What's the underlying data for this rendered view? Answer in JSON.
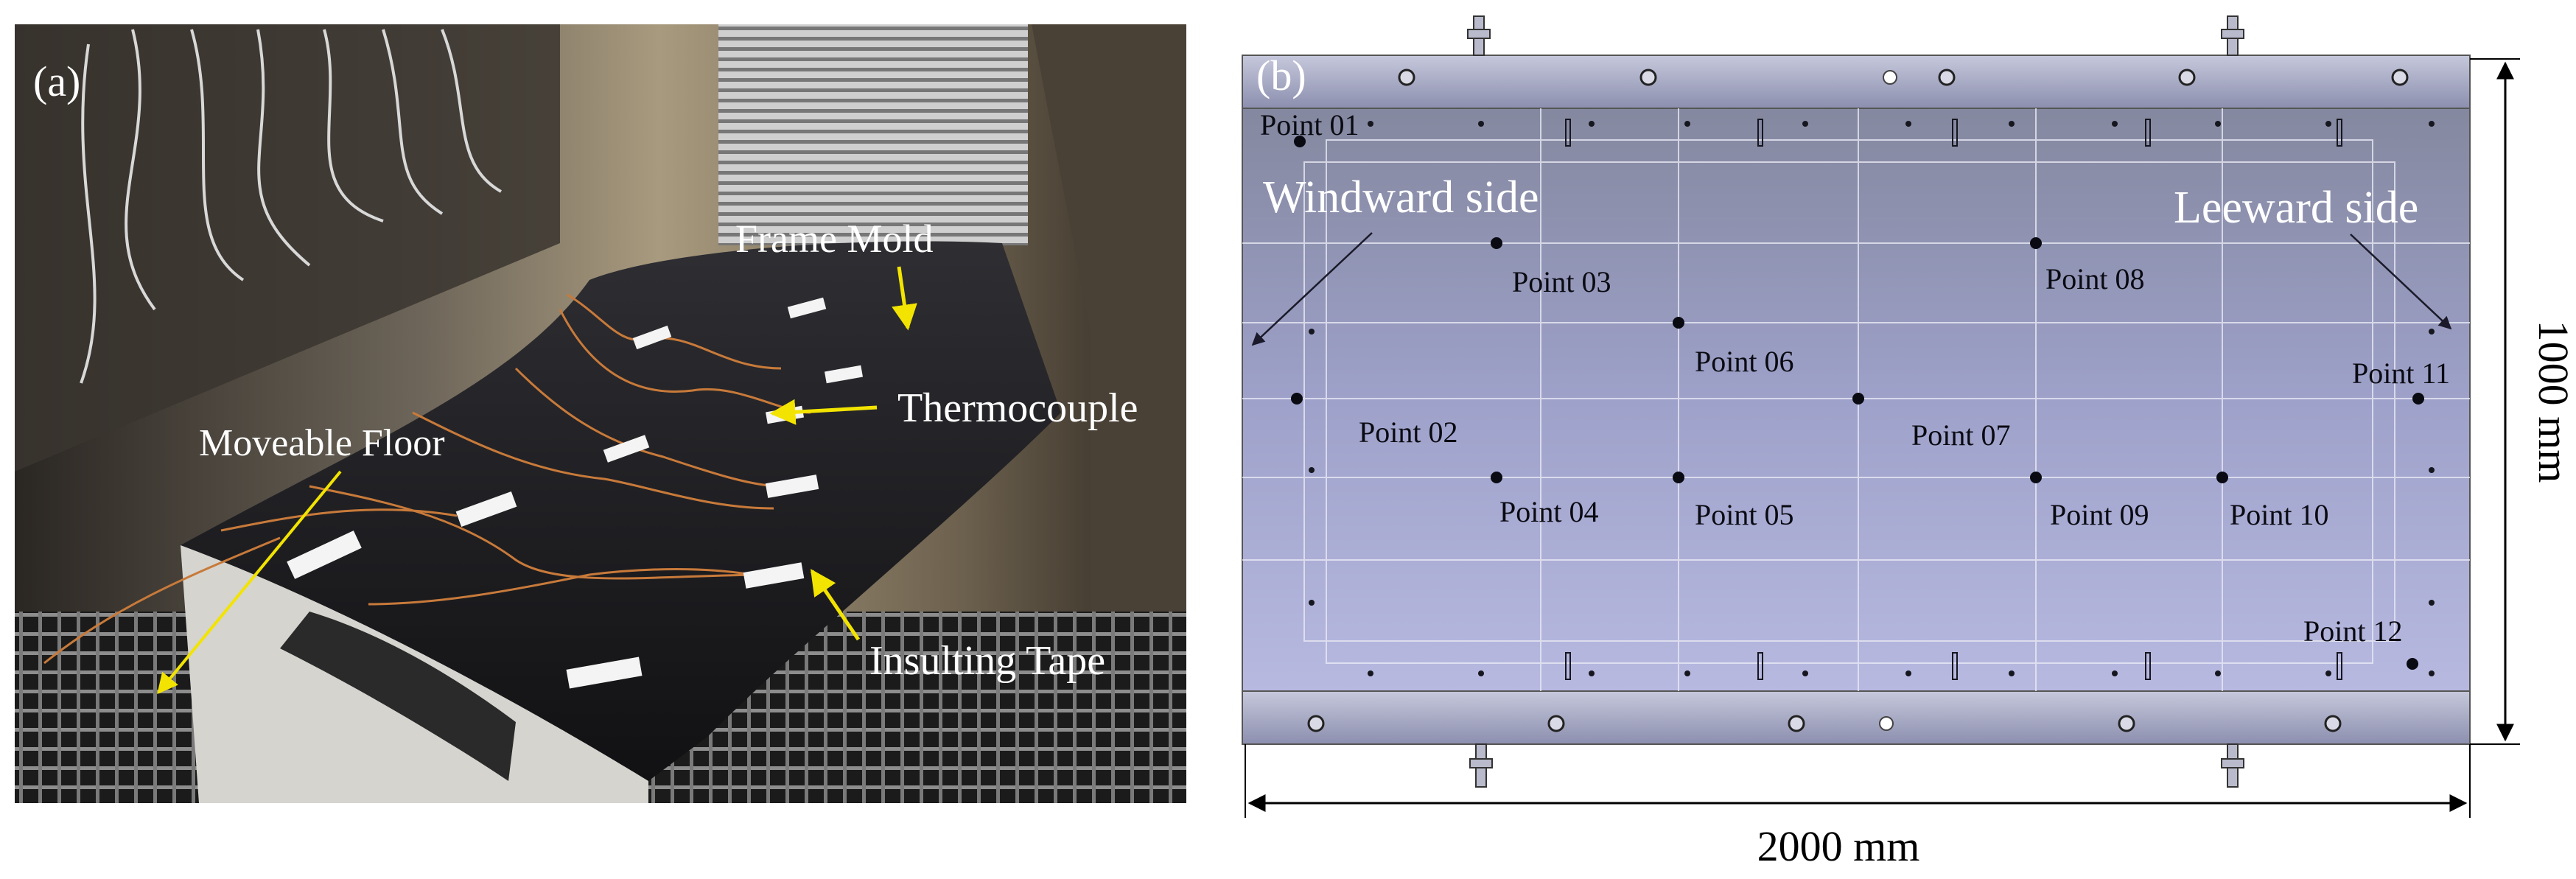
{
  "panel_a": {
    "label": "(a)",
    "annotations": {
      "frame_mold": "Frame Mold",
      "thermocouple": "Thermocouple",
      "moveable_floor": "Moveable Floor",
      "insulting_tape": "Insulting Tape"
    }
  },
  "panel_b": {
    "label": "(b)",
    "sides": {
      "windward": "Windward side",
      "leeward": "Leeward side"
    },
    "points": [
      {
        "id": "p01",
        "label": "Point 01"
      },
      {
        "id": "p02",
        "label": "Point 02"
      },
      {
        "id": "p03",
        "label": "Point 03"
      },
      {
        "id": "p04",
        "label": "Point 04"
      },
      {
        "id": "p05",
        "label": "Point 05"
      },
      {
        "id": "p06",
        "label": "Point 06"
      },
      {
        "id": "p07",
        "label": "Point 07"
      },
      {
        "id": "p08",
        "label": "Point 08"
      },
      {
        "id": "p09",
        "label": "Point 09"
      },
      {
        "id": "p10",
        "label": "Point 10"
      },
      {
        "id": "p11",
        "label": "Point 11"
      },
      {
        "id": "p12",
        "label": "Point 12"
      }
    ],
    "dimensions": {
      "width": "2000 mm",
      "height": "1000 mm"
    }
  },
  "colors": {
    "plate_top": "#8b8fb5",
    "plate_bottom": "#b6b8de",
    "rail": "#9a9dbd",
    "text_white": "#ffffff",
    "arrow_yellow": "#f2e400",
    "mold_dark": "#1c1c1e",
    "wire": "#c87a3a"
  }
}
